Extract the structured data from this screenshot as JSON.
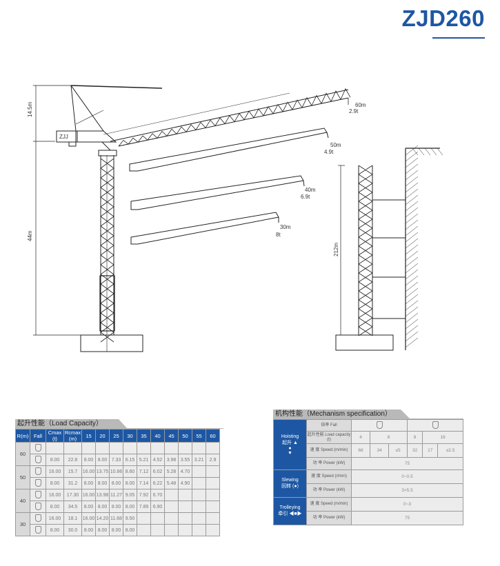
{
  "title": "ZJD260",
  "drawing": {
    "label_hook_height": "14.5m",
    "label_under_hook": "44m",
    "label_max_height": "212m",
    "cab_label": "ZJJ",
    "jibs": [
      {
        "radius": "60m",
        "load": "2.9t"
      },
      {
        "radius": "50m",
        "load": "4.9t"
      },
      {
        "radius": "40m",
        "load": "6.9t"
      },
      {
        "radius": "30m",
        "load": "8t"
      }
    ]
  },
  "load_capacity": {
    "heading": "起升性能（Load Capacity）",
    "headers": [
      "R(m)",
      "Fall",
      "Cmax (t)",
      "Rcmax (m)",
      "15",
      "20",
      "25",
      "30",
      "35",
      "40",
      "45",
      "50",
      "55",
      "60"
    ],
    "groups": [
      {
        "r": "60",
        "rows": [
          [
            "",
            "",
            "",
            "",
            "",
            "",
            "",
            "",
            "",
            "",
            "",
            ""
          ],
          [
            "8.00",
            "22.8",
            "8.00",
            "8.00",
            "7.33",
            "6.15",
            "5.21",
            "4.52",
            "3.98",
            "3.55",
            "3.21",
            "2.9"
          ]
        ]
      },
      {
        "r": "50",
        "rows": [
          [
            "16.00",
            "15.7",
            "16.00",
            "13.75",
            "10.86",
            "8.60",
            "7.12",
            "6.02",
            "5.28",
            "4.70",
            "",
            ""
          ],
          [
            "8.00",
            "31.2",
            "8.00",
            "8.00",
            "8.00",
            "8.00",
            "7.14",
            "6.22",
            "5.48",
            "4.90",
            "",
            ""
          ]
        ]
      },
      {
        "r": "40",
        "rows": [
          [
            "16.00",
            "17.30",
            "16.00",
            "13.98",
            "11.27",
            "9.05",
            "7.92",
            "6.70",
            "",
            "",
            "",
            ""
          ],
          [
            "8.00",
            "34.5",
            "8.00",
            "8.00",
            "8.00",
            "8.00",
            "7.89",
            "6.90",
            "",
            "",
            "",
            ""
          ]
        ]
      },
      {
        "r": "30",
        "rows": [
          [
            "16.00",
            "18.1",
            "16.00",
            "14.20",
            "11.68",
            "9.50",
            "",
            "",
            "",
            "",
            "",
            ""
          ],
          [
            "8.00",
            "30.0",
            "8.00",
            "8.00",
            "8.00",
            "8.00",
            "",
            "",
            "",
            "",
            "",
            ""
          ]
        ]
      }
    ]
  },
  "mechanism": {
    "heading": "机构性能（Mechanism specification）",
    "fall_label": "倍率 Fall",
    "hoisting": {
      "name": "Hoisting",
      "cn": "起升",
      "capacity_label": "起升性能 Load capacity (t)",
      "capacity": [
        "4",
        "8",
        "8",
        "16"
      ],
      "speed_label": "速 度 Speed (m/min)",
      "speed": [
        "68",
        "34",
        "≤5",
        "32",
        "17",
        "≤2.5"
      ],
      "power_label": "功 率 Power (kW)",
      "power": "75"
    },
    "slewing": {
      "name": "Slewing",
      "cn": "回转",
      "speed_label": "速 度 Speed (r/min)",
      "speed": "0~0.5",
      "power_label": "功 率 Power (kW)",
      "power": "3×5.5"
    },
    "trolleying": {
      "name": "Trolleying",
      "cn": "牵引",
      "speed_label": "速 度 Speed (m/min)",
      "speed": "0~3",
      "power_label": "功 率 Power (kW)",
      "power": "75"
    }
  }
}
